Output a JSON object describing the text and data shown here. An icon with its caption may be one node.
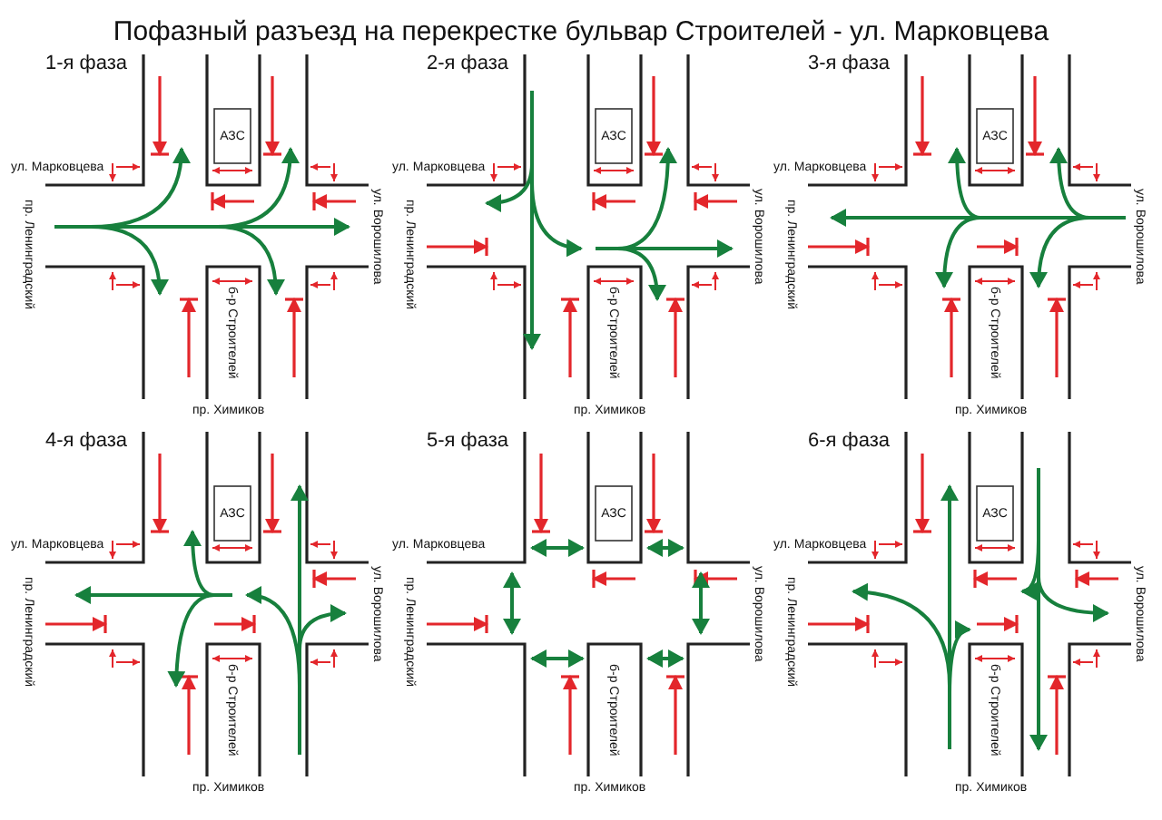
{
  "diagram": {
    "title": "Пофазный разъезд на перекрестке бульвар Строителей - ул. Марковцева",
    "labels": [
      "1-я фаза",
      "АЗС",
      "ул. Марковцева",
      "пр. Ленинградский",
      "ул. Ворошилова",
      "б-р Строителей",
      "пр. Химиков",
      "2-я фаза",
      "АЗС",
      "ул. Марковцева",
      "пр. Ленинградский",
      "ул. Ворошилова",
      "б-р Строителей",
      "пр. Химиков",
      "3-я фаза",
      "АЗС",
      "ул. Марковцева",
      "пр. Ленинградский",
      "ул. Ворошилова",
      "б-р Строителей",
      "пр. Химиков",
      "4-я фаза",
      "АЗС",
      "ул. Марковцева",
      "пр. Ленинградский",
      "ул. Ворошилова",
      "б-р Строителей",
      "пр. Химиков",
      "5-я фаза",
      "АЗС",
      "ул. Марковцева",
      "пр. Ленинградский",
      "ул. Ворошилова",
      "б-р Строителей",
      "пр. Химиков",
      "6-я фаза",
      "АЗС",
      "ул. Марковцева",
      "пр. Ленинградский",
      "ул. Ворошилова",
      "б-р Строителей",
      "пр. Химиков"
    ]
  }
}
